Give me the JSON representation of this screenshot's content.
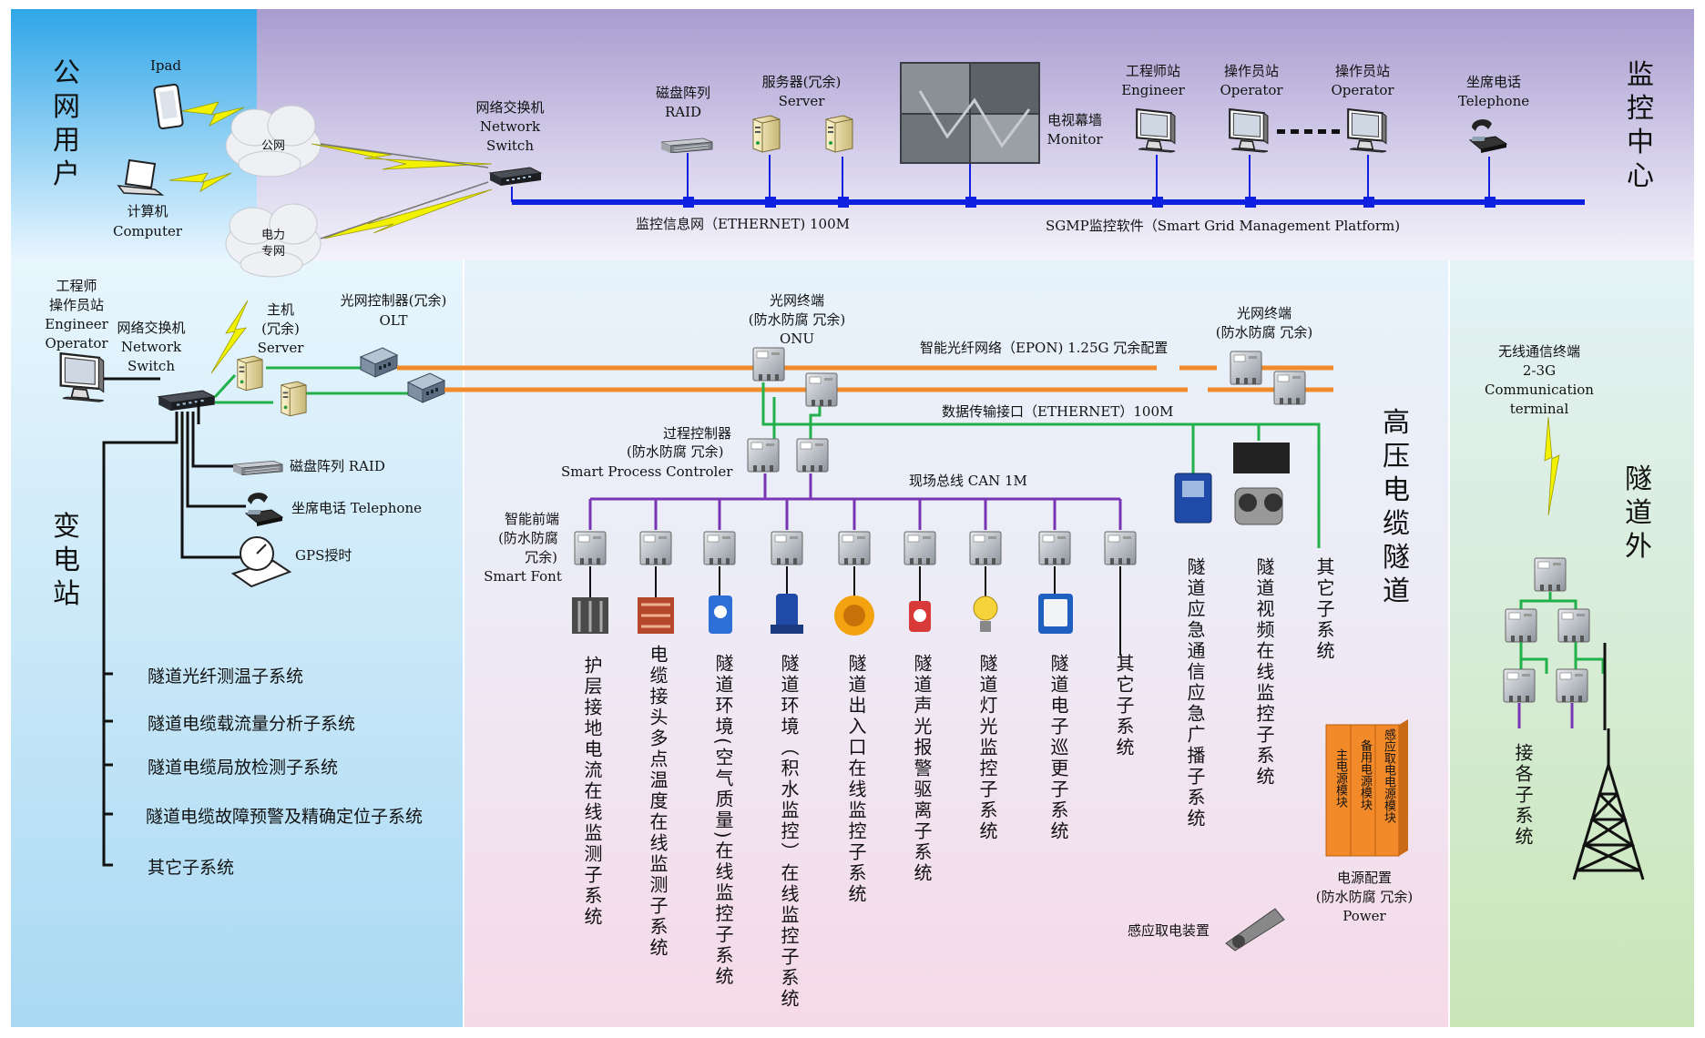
{
  "regions": {
    "public_users": "公网用户",
    "monitor_center": "监控中心",
    "substation": "变电站",
    "tunnel": "高压电缆隧道",
    "outside_tunnel": "隧道外"
  },
  "public": {
    "ipad": "Ipad",
    "computer_cn": "计算机",
    "computer_en": "Computer",
    "internet_cloud": "公网",
    "power_cloud_1": "电力",
    "power_cloud_2": "专网"
  },
  "monitor": {
    "switch": [
      "网络交换机",
      "Network",
      "Switch"
    ],
    "raid": [
      "磁盘阵列",
      "RAID"
    ],
    "server": [
      "服务器(冗余)",
      "Server"
    ],
    "tv_wall": [
      "电视幕墙",
      "Monitor"
    ],
    "engineer": [
      "工程师站",
      "Engineer"
    ],
    "operator1": [
      "操作员站",
      "Operator"
    ],
    "operator2": [
      "操作员站",
      "Operator"
    ],
    "telephone": [
      "坐席电话",
      "Telephone"
    ],
    "net_label": "监控信息网（ETHERNET)   100M",
    "sgmp_label": "SGMP监控软件（Smart Grid Management Platform)"
  },
  "substation": {
    "engineer": [
      "工程师",
      "操作员站",
      "Engineer",
      "Operator"
    ],
    "switch": [
      "网络交换机",
      "Network",
      "Switch"
    ],
    "host": [
      "主机",
      "(冗余)",
      "Server"
    ],
    "olt": [
      "光网控制器(冗余)",
      "OLT"
    ],
    "raid": "磁盘阵列 RAID",
    "telephone": "坐席电话 Telephone",
    "gps": "GPS授时",
    "subsystems": [
      "隧道光纤测温子系统",
      "隧道电缆载流量分析子系统",
      "隧道电缆局放检测子系统",
      "隧道电缆故障预警及精确定位子系统",
      "其它子系统"
    ]
  },
  "tunnel": {
    "onu": [
      "光网终端",
      "(防水防腐 冗余)",
      "ONU"
    ],
    "onu2": [
      "光网终端",
      "(防水防腐 冗余)"
    ],
    "epon_label": "智能光纤网络（EPON)   1.25G 冗余配置",
    "ethernet_label": "数据传输接口（ETHERNET）100M",
    "controller": [
      "过程控制器",
      "(防水防腐 冗余)",
      "Smart Process Controler"
    ],
    "can_label": "现场总线 CAN 1M",
    "front": [
      "智能前端",
      "(防水防腐",
      "冗余)",
      "Smart Font"
    ],
    "subsystems": [
      "护层接地电流在线监测子系统",
      "电缆接头多点温度在线监测子系统",
      "隧道环境(空气质量)在线监控子系统",
      "隧道环境（积水监控）在线监控子系统",
      "隧道出入口在线监控子系统",
      "隧道声光报警驱离子系统",
      "隧道灯光监控子系统",
      "隧道电子巡更子系统",
      "其它子系统"
    ],
    "right_subsystems": [
      "隧道应急通信应急广播子系统",
      "隧道视频在线监控子系统",
      "其它子系统"
    ],
    "power_modules": [
      "主电源模块",
      "备用电源模块",
      "感应取电电源模块"
    ],
    "power": [
      "电源配置",
      "(防水防腐 冗余)",
      "Power"
    ],
    "induction": "感应取电装置"
  },
  "outside": {
    "wireless": [
      "无线通信终端",
      "2-3G",
      "Communication",
      "terminal"
    ],
    "subsystems": "接各子系统"
  },
  "colors": {
    "ethernet_blue": "#1020e0",
    "epon_orange": "#f08a2a",
    "ethernet_green": "#22b04a",
    "can_purple": "#7a35b5",
    "lightning_yellow": "#f2f200"
  }
}
